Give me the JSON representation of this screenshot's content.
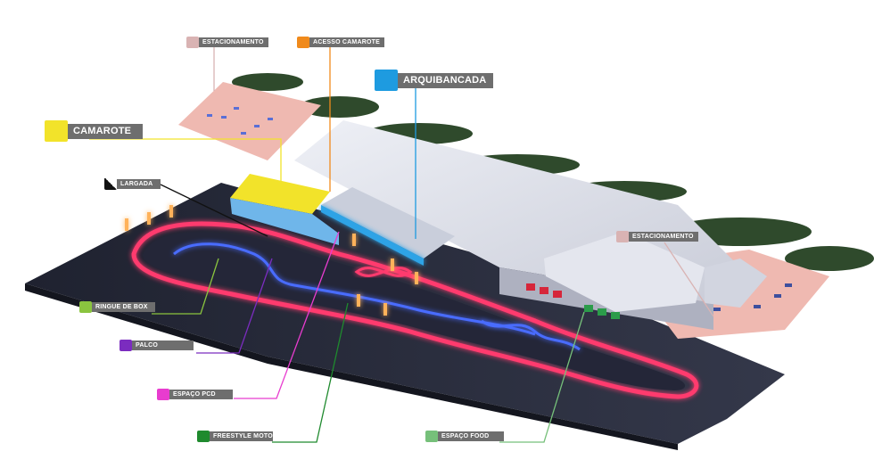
{
  "labels": {
    "estacionamento_top": {
      "text": "ESTACIONAMENTO",
      "color": "#d9b3b3"
    },
    "acesso_camarote": {
      "text": "ACESSO CAMAROTE",
      "color": "#f08a1c"
    },
    "arquibancada": {
      "text": "ARQUIBANCADA",
      "color": "#1e9be0"
    },
    "camarote": {
      "text": "CAMAROTE",
      "color": "#f2e32a"
    },
    "largada": {
      "text": "LARGADA",
      "color": "#111111"
    },
    "estacionamento_right": {
      "text": "ESTACIONAMENTO",
      "color": "#d9b3b3"
    },
    "ringue_de_box": {
      "text": "RINGUE DE BOX",
      "color": "#8ac43f"
    },
    "palco": {
      "text": "PALCO",
      "color": "#7b2cbf"
    },
    "espaco_pcd": {
      "text": "ESPAÇO PCD",
      "color": "#e83ccf"
    },
    "freestyle_motocross": {
      "text": "FREESTYLE MOTOCROSS",
      "color": "#1f8a2e"
    },
    "espaco_food": {
      "text": "ESPAÇO FOOD",
      "color": "#76c07a"
    }
  },
  "colors": {
    "track_neon": "#ff3a6e",
    "track_inner": "#4a6cff",
    "parking": "#efb9b1",
    "building": "#dcdde6",
    "ground": "#2a2d3c"
  }
}
